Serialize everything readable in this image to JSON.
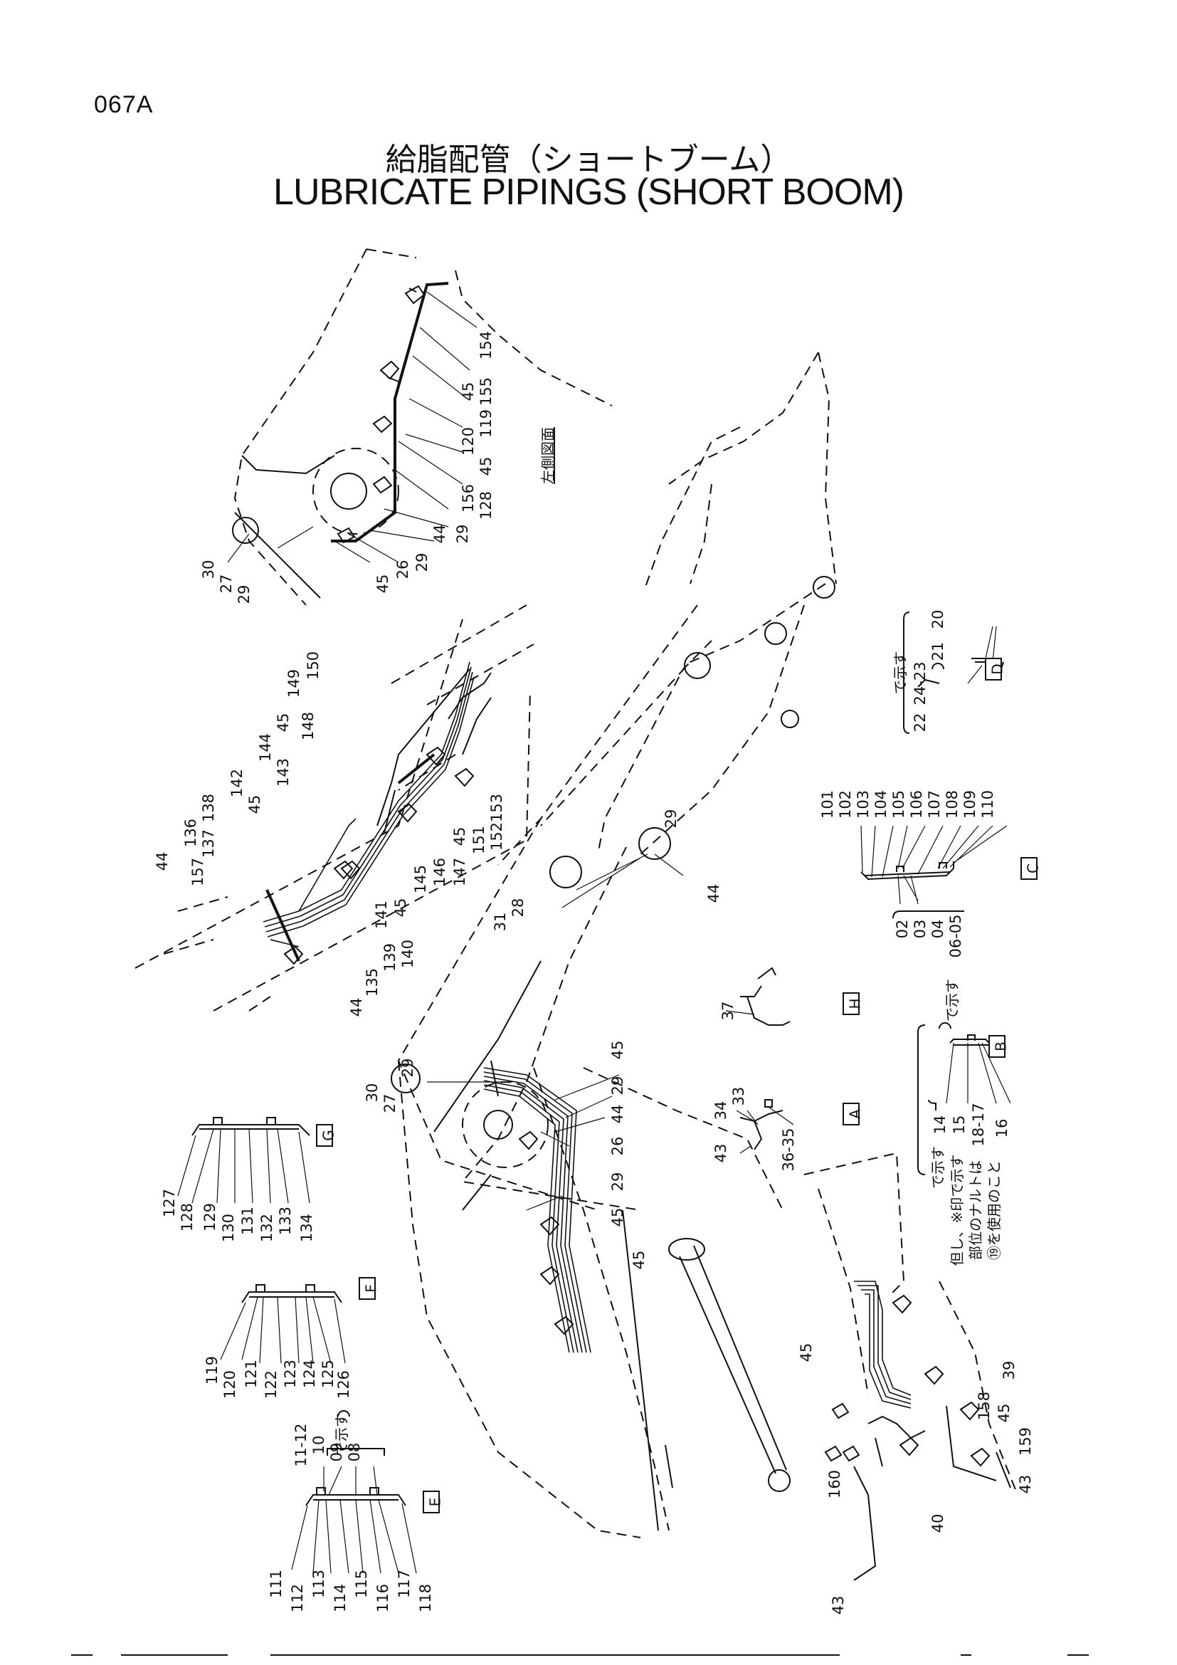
{
  "page_code": "067A",
  "title_jp": "給脂配管（ショートブーム）",
  "title_en": "LUBRICATE PIPINGS (SHORT BOOM)",
  "view_note": "左側図面",
  "marker_note": "で示す",
  "note_line1": "但し、※印で示す",
  "note_line2": "部位のナルトは",
  "note_line3": "⑲を使用のこと",
  "detail_labels": [
    "D",
    "C",
    "B",
    "H",
    "A",
    "G",
    "F",
    "E"
  ],
  "part_numbers": {
    "top": [
      "154",
      "45",
      "155",
      "119",
      "120",
      "45",
      "156",
      "128",
      "29",
      "44",
      "29",
      "26",
      "45",
      "30",
      "27",
      "29"
    ],
    "left_assy": [
      "150",
      "149",
      "148",
      "45",
      "144",
      "143",
      "142",
      "45",
      "138",
      "136",
      "137",
      "157",
      "44",
      "153",
      "152",
      "151",
      "45",
      "147",
      "146",
      "145",
      "45",
      "141",
      "140",
      "139",
      "135",
      "44"
    ],
    "boom": [
      "29",
      "28",
      "31",
      "44",
      "30",
      "27",
      "29",
      "45",
      "29",
      "44",
      "26",
      "29",
      "45",
      "45"
    ],
    "d": [
      "20",
      "21",
      "24-23",
      "22"
    ],
    "c": [
      "101",
      "102",
      "103",
      "104",
      "105",
      "106",
      "107",
      "108",
      "109",
      "110",
      "02",
      "03",
      "04",
      "06-05"
    ],
    "b": [
      "14",
      "15",
      "18-17",
      "16"
    ],
    "h": [
      "37"
    ],
    "a": [
      "33",
      "34",
      "43",
      "36-35"
    ],
    "g": [
      "127",
      "128",
      "129",
      "130",
      "131",
      "132",
      "133",
      "134"
    ],
    "f": [
      "119",
      "120",
      "121",
      "122",
      "123",
      "124",
      "125",
      "126"
    ],
    "e": [
      "11-12",
      "10",
      "09",
      "08",
      "111",
      "112",
      "113",
      "114",
      "115",
      "116",
      "117",
      "118"
    ],
    "lower_right": [
      "45",
      "39",
      "158",
      "45",
      "159",
      "43",
      "160",
      "40",
      "43"
    ]
  }
}
